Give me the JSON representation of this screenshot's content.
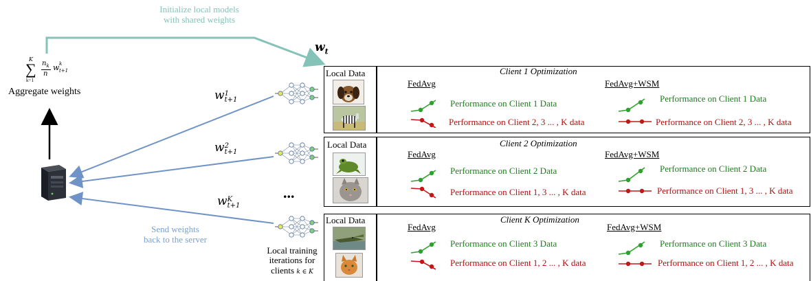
{
  "top_label": [
    "Initialize local models",
    "with shared  weights"
  ],
  "wt": "w",
  "wt_sub": "t",
  "aggregate": {
    "sum_top": "K",
    "sum_bottom": "k=1",
    "frac_num": "n",
    "frac_num_sub": "k",
    "frac_den": "n",
    "w": "w",
    "w_sup": "k",
    "w_sub": "t+1",
    "label": "Aggregate weights"
  },
  "weights": [
    {
      "w": "w",
      "sup": "1",
      "sub": "t+1"
    },
    {
      "w": "w",
      "sup": "2",
      "sub": "t+1"
    },
    {
      "w": "w",
      "sup": "K",
      "sub": "t+1"
    }
  ],
  "ellipsis": "...",
  "send_label": [
    "Send weights",
    "back to the server"
  ],
  "local_training": [
    "Local training",
    "iterations for",
    "clients"
  ],
  "local_training_math": "k ∈ K",
  "panels": [
    {
      "local_data": "Local Data",
      "title": "Client 1 Optimization",
      "fedavg": "FedAvg",
      "fedavg_wsm": "FedAvg+WSM",
      "left_green": "Performance on Client 1 Data",
      "left_red": "Performance on Client 2, 3 ... , K data",
      "right_green": "Performance on Client 1 Data",
      "right_red": "Performance on Client 2, 3 ... , K data"
    },
    {
      "local_data": "Local Data",
      "title": "Client 2 Optimization",
      "fedavg": "FedAvg",
      "fedavg_wsm": "FedAvg+WSM",
      "left_green": "Performance on Client 2 Data",
      "left_red": "Performance on Client 1, 3 ... , K data",
      "right_green": "Performance on Client 2 Data",
      "right_red": "Performance on Client 1, 3 ... , K data"
    },
    {
      "local_data": "Local Data",
      "title": "Client K Optimization",
      "fedavg": "FedAvg",
      "fedavg_wsm": "FedAvg+WSM",
      "left_green": "Performance on Client 3 Data",
      "left_red": "Performance on Client 1, 2 ... , K data",
      "right_green": "Performance on Client 3 Data",
      "right_red": "Performance on Client 1, 2 ... , K data"
    }
  ],
  "colors": {
    "teal": "#84c3b8",
    "blue": "#7aa0cf",
    "green": "#2ea02e",
    "red": "#c01818"
  }
}
